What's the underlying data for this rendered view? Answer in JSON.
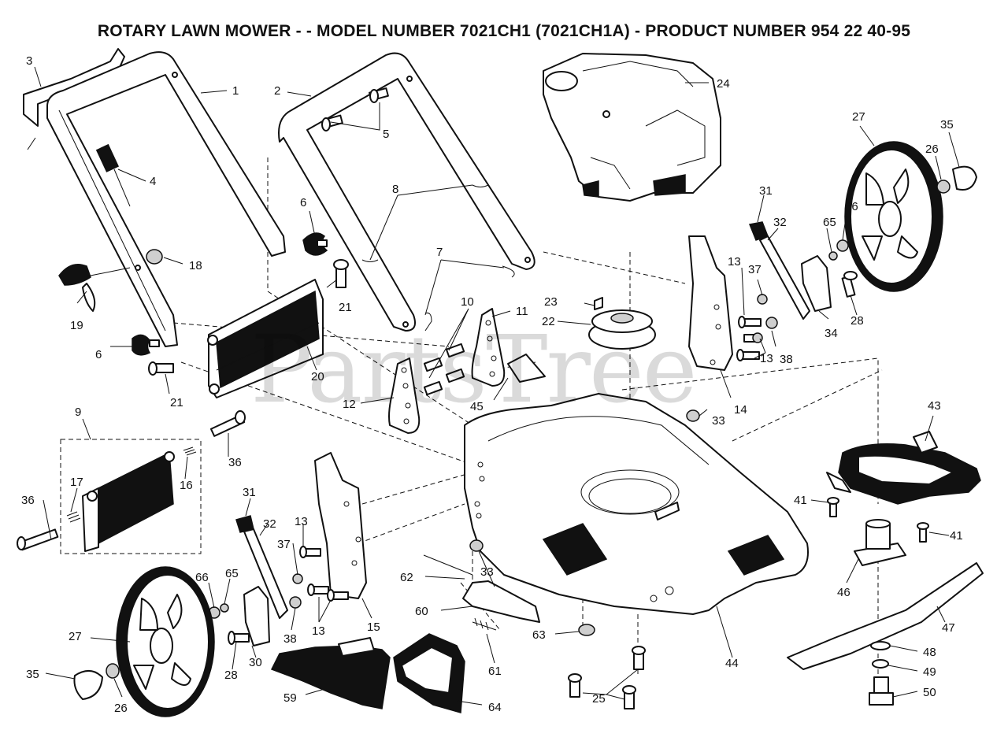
{
  "title": "ROTARY LAWN MOWER - - MODEL NUMBER 7021CH1 (7021CH1A) - PRODUCT NUMBER 954 22 40-95",
  "watermark": "PartsTree",
  "callouts": [
    {
      "id": "c1",
      "text": "1"
    },
    {
      "id": "c2",
      "text": "2"
    },
    {
      "id": "c3",
      "text": "3"
    },
    {
      "id": "c4",
      "text": "4"
    },
    {
      "id": "c5",
      "text": "5"
    },
    {
      "id": "c6a",
      "text": "6"
    },
    {
      "id": "c6b",
      "text": "6"
    },
    {
      "id": "c7",
      "text": "7"
    },
    {
      "id": "c8",
      "text": "8"
    },
    {
      "id": "c9",
      "text": "9"
    },
    {
      "id": "c10",
      "text": "10"
    },
    {
      "id": "c11",
      "text": "11"
    },
    {
      "id": "c12",
      "text": "12"
    },
    {
      "id": "c13a",
      "text": "13"
    },
    {
      "id": "c13b",
      "text": "13"
    },
    {
      "id": "c13c",
      "text": "13"
    },
    {
      "id": "c13d",
      "text": "13"
    },
    {
      "id": "c14",
      "text": "14"
    },
    {
      "id": "c15",
      "text": "15"
    },
    {
      "id": "c16",
      "text": "16"
    },
    {
      "id": "c17",
      "text": "17"
    },
    {
      "id": "c18",
      "text": "18"
    },
    {
      "id": "c19",
      "text": "19"
    },
    {
      "id": "c20",
      "text": "20"
    },
    {
      "id": "c21a",
      "text": "21"
    },
    {
      "id": "c21b",
      "text": "21"
    },
    {
      "id": "c22",
      "text": "22"
    },
    {
      "id": "c23",
      "text": "23"
    },
    {
      "id": "c24",
      "text": "24"
    },
    {
      "id": "c25",
      "text": "25"
    },
    {
      "id": "c26a",
      "text": "26"
    },
    {
      "id": "c26b",
      "text": "26"
    },
    {
      "id": "c27a",
      "text": "27"
    },
    {
      "id": "c27b",
      "text": "27"
    },
    {
      "id": "c28a",
      "text": "28"
    },
    {
      "id": "c28b",
      "text": "28"
    },
    {
      "id": "c30",
      "text": "30"
    },
    {
      "id": "c31a",
      "text": "31"
    },
    {
      "id": "c31b",
      "text": "31"
    },
    {
      "id": "c32a",
      "text": "32"
    },
    {
      "id": "c32b",
      "text": "32"
    },
    {
      "id": "c33a",
      "text": "33"
    },
    {
      "id": "c33b",
      "text": "33"
    },
    {
      "id": "c34",
      "text": "34"
    },
    {
      "id": "c35a",
      "text": "35"
    },
    {
      "id": "c35b",
      "text": "35"
    },
    {
      "id": "c36a",
      "text": "36"
    },
    {
      "id": "c36b",
      "text": "36"
    },
    {
      "id": "c37a",
      "text": "37"
    },
    {
      "id": "c37b",
      "text": "37"
    },
    {
      "id": "c38a",
      "text": "38"
    },
    {
      "id": "c38b",
      "text": "38"
    },
    {
      "id": "c41a",
      "text": "41"
    },
    {
      "id": "c41b",
      "text": "41"
    },
    {
      "id": "c43",
      "text": "43"
    },
    {
      "id": "c44",
      "text": "44"
    },
    {
      "id": "c45",
      "text": "45"
    },
    {
      "id": "c46",
      "text": "46"
    },
    {
      "id": "c47",
      "text": "47"
    },
    {
      "id": "c48",
      "text": "48"
    },
    {
      "id": "c49",
      "text": "49"
    },
    {
      "id": "c50",
      "text": "50"
    },
    {
      "id": "c59",
      "text": "59"
    },
    {
      "id": "c60",
      "text": "60"
    },
    {
      "id": "c61",
      "text": "61"
    },
    {
      "id": "c62",
      "text": "62"
    },
    {
      "id": "c63",
      "text": "63"
    },
    {
      "id": "c64",
      "text": "64"
    },
    {
      "id": "c65a",
      "text": "65"
    },
    {
      "id": "c65b",
      "text": "65"
    },
    {
      "id": "c66a",
      "text": "66"
    },
    {
      "id": "c66b",
      "text": "66"
    }
  ]
}
